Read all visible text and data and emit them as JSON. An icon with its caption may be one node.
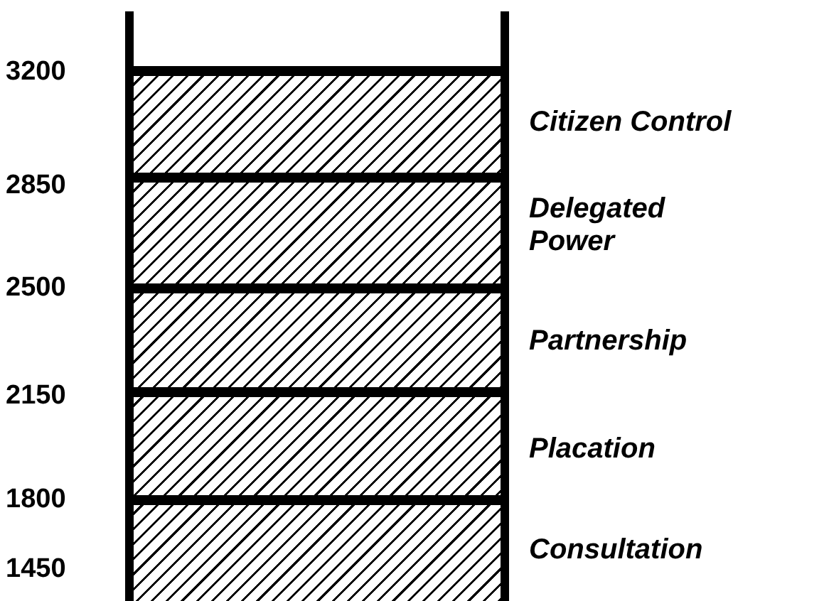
{
  "diagram": {
    "nodes": [
      {
        "text": [
          "Citizen Control"
        ]
      },
      {
        "text": [
          "Delegated Power"
        ]
      },
      {
        "text": [
          "Partnership"
        ]
      },
      {
        "text": [
          "Placation"
        ]
      },
      {
        "text": [
          "Consultation"
        ]
      }
    ],
    "labels": [
      "3200",
      "2850",
      "2500",
      "2150",
      "1800",
      "1450"
    ]
  }
}
